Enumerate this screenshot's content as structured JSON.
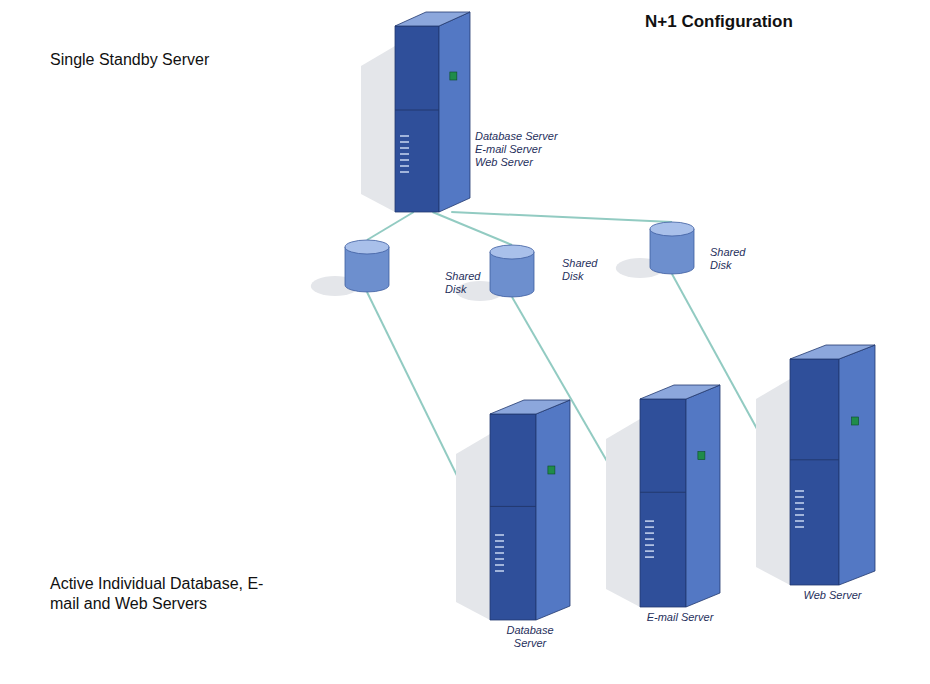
{
  "diagram": {
    "title": "N+1 Configuration",
    "nodes": [
      {
        "text": [
          "Database Server E-mail Server Web Server"
        ]
      },
      {
        "text": [
          "Shared Disk"
        ]
      },
      {
        "text": [
          "Shared Disk"
        ]
      },
      {
        "text": [
          "Shared Disk"
        ]
      },
      {
        "text": [
          "Database Server"
        ]
      },
      {
        "text": [
          "E-mail Server"
        ]
      },
      {
        "text": [
          "Web Server"
        ]
      }
    ],
    "edges": [
      {
        "from": 0,
        "to": 1,
        "arrow": "none"
      },
      {
        "from": 0,
        "to": 2,
        "arrow": "none"
      },
      {
        "from": 0,
        "to": 3,
        "arrow": "none"
      },
      {
        "from": 1,
        "to": 4,
        "arrow": "none"
      },
      {
        "from": 2,
        "to": 5,
        "arrow": "none"
      },
      {
        "from": 3,
        "to": 6,
        "arrow": "none"
      }
    ],
    "labels": [
      "Single Standby Server",
      "Active Individual Database, E-mail and Web Servers"
    ]
  }
}
